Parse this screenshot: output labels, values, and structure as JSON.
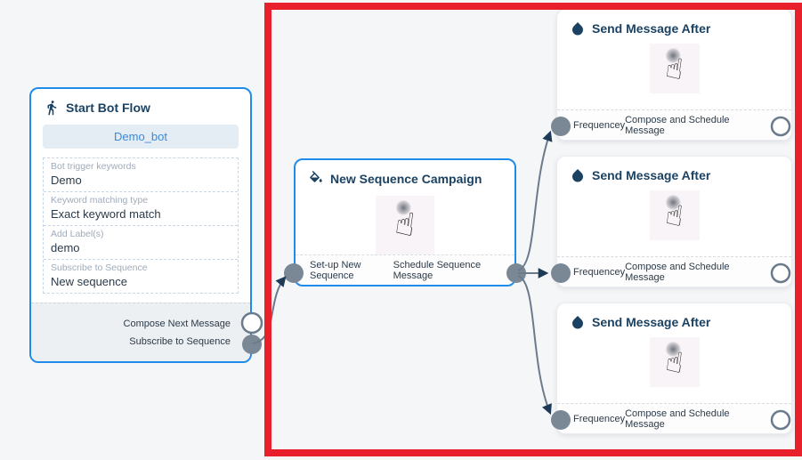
{
  "canvas": {
    "background": "#f5f6f8"
  },
  "highlight": {
    "shape": "rectangle",
    "color": "#e8202c"
  },
  "colors": {
    "node_border_blue": "#1f8ceb",
    "title_text": "#1b4262",
    "wire": "#6b7b8c",
    "port_filled": "#7a8795",
    "arrowhead": "#1d3a56",
    "chip_background": "#e4ecf4",
    "chip_text": "#3a8ad8"
  },
  "nodes": {
    "start_bot_flow": {
      "title": "Start Bot Flow",
      "icon": "walking-person-icon",
      "bot_name": "Demo_bot",
      "fields": [
        {
          "label": "Bot trigger keywords",
          "value": "Demo"
        },
        {
          "label": "Keyword matching type",
          "value": "Exact keyword match"
        },
        {
          "label": "Add Label(s)",
          "value": "demo"
        },
        {
          "label": "Subscribe to Sequence",
          "value": "New sequence"
        }
      ],
      "outputs": [
        {
          "label": "Compose Next Message",
          "port_style": "open"
        },
        {
          "label": "Subscribe to Sequence",
          "port_style": "filled"
        }
      ]
    },
    "new_sequence_campaign": {
      "title": "New Sequence Campaign",
      "icon": "paint-bucket-icon",
      "body_icon": "hand-cursor-icon",
      "input_label": "Set-up New Sequence",
      "output_label": "Schedule Sequence Message"
    },
    "send_message_after": {
      "title": "Send Message After",
      "icon": "water-drop-icon",
      "body_icon": "hand-cursor-icon",
      "input_label": "Frequencey",
      "output_label": "Compose and Schedule Message",
      "instance_count": 3
    }
  },
  "connections": [
    {
      "from": "start_bot_flow.subscribe_to_sequence",
      "to": "new_sequence_campaign.set_up_new_sequence"
    },
    {
      "from": "new_sequence_campaign.schedule_sequence_message",
      "to": "send_message_after_1.frequencey"
    },
    {
      "from": "new_sequence_campaign.schedule_sequence_message",
      "to": "send_message_after_2.frequencey"
    },
    {
      "from": "new_sequence_campaign.schedule_sequence_message",
      "to": "send_message_after_3.frequencey"
    }
  ],
  "glyphs": {
    "hand": "☝"
  }
}
